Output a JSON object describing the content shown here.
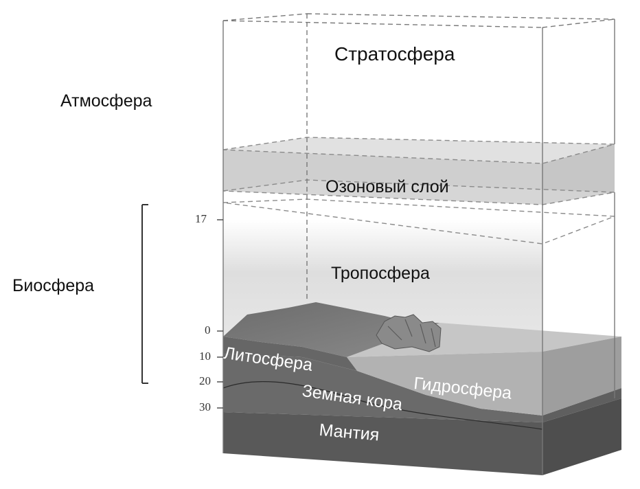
{
  "labels": {
    "atmosphere": "Атмосфера",
    "biosphere": "Биосфера",
    "stratosphere": "Стратосфера",
    "ozone_layer": "Озоновый слой",
    "troposphere": "Тропосфера",
    "lithosphere": "Литосфера",
    "earth_crust": "Земная кора",
    "hydrosphere": "Гидросфера",
    "mantle": "Мантия"
  },
  "scale_ticks": [
    "17",
    "0",
    "10",
    "20",
    "30"
  ],
  "colors": {
    "mantle": "#555555",
    "crust": "#6a6a6a",
    "land": "#707070",
    "water": "#b4b4b4",
    "ozone": "#c8c8c8",
    "frame": "#777777"
  }
}
